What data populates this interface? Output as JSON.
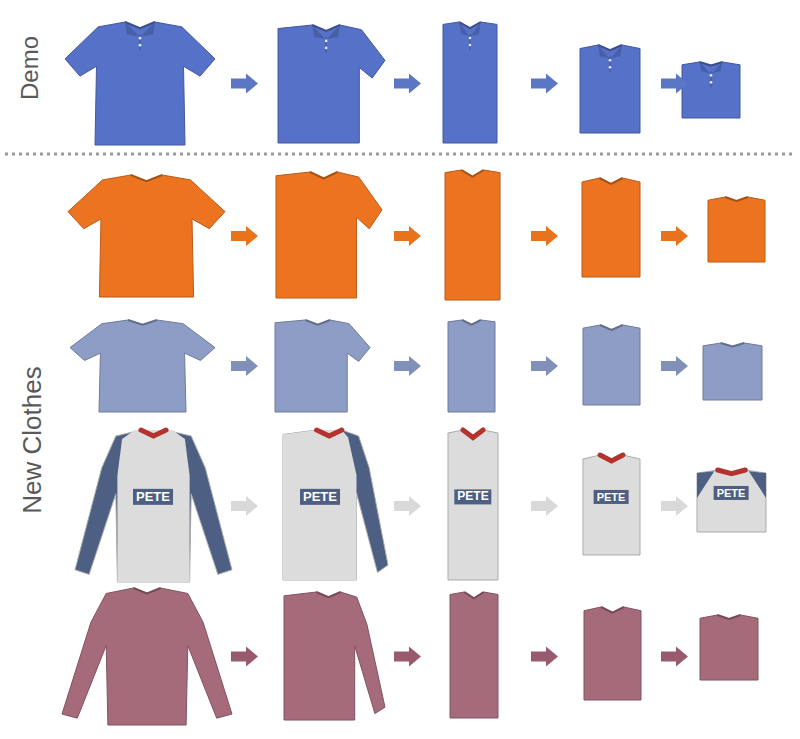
{
  "diagram": {
    "labels": [
      "Demo",
      "New Clothes",
      "PETE",
      "PETE",
      "PETE",
      "PETE",
      "PETE"
    ]
  }
}
